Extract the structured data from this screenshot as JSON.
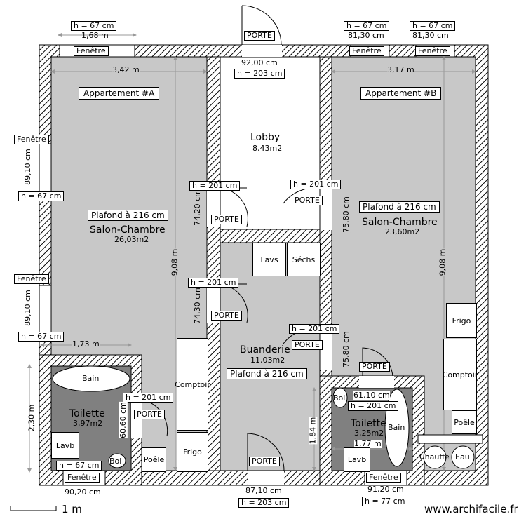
{
  "rooms": {
    "apt_a": {
      "label": "Appartement #A",
      "room": "Salon-Chambre",
      "area": "26,03m2",
      "ceiling": "Plafond à 216 cm"
    },
    "apt_b": {
      "label": "Appartement #B",
      "room": "Salon-Chambre",
      "area": "23,60m2",
      "ceiling": "Plafond à 216 cm"
    },
    "lobby": {
      "room": "Lobby",
      "area": "8,43m2"
    },
    "laundry": {
      "room": "Buanderie",
      "area": "11,03m2",
      "ceiling": "Plafond à 216 cm"
    },
    "toilet_a": {
      "room": "Toilette",
      "area": "3,97m2"
    },
    "toilet_b": {
      "room": "Toilette",
      "area": "3,25m2"
    }
  },
  "labels": {
    "window": "Fenêtre",
    "door": "PORTE",
    "h67": "h = 67 cm",
    "h201": "h = 201 cm",
    "h203": "h = 203 cm",
    "h77": "h = 77 cm"
  },
  "dimensions": {
    "top_win_a": "1,68 m",
    "top_win_b1": "81,30 cm",
    "top_win_b2": "81,30 cm",
    "lobby_door": "92,00 cm",
    "width_a": "3,42 m",
    "width_b": "3,17 m",
    "height_a": "9,08 m",
    "height_b": "9,08 m",
    "side_win_1": "89,10 cm",
    "side_win_2": "89,10 cm",
    "toilet_a_width": "1,73 m",
    "toilet_a_height": "2,30 m",
    "door_74_20": "74,20 cm",
    "door_74_30": "74,30 cm",
    "door_75_80_a": "75,80 cm",
    "door_75_80_b": "75,80 cm",
    "door_60_60": "60,60 cm",
    "door_61_10": "61,10 cm",
    "toilet_b_width": "1,77 m",
    "laundry_height": "1,84 m",
    "bottom_door": "87,10 cm",
    "bottom_win_a": "90,20 cm",
    "bottom_win_b": "91,20 cm"
  },
  "fixtures": {
    "bath": "Bain",
    "sink": "Lavb",
    "bowl": "Bol",
    "stove": "Poêle",
    "fridge": "Frigo",
    "counter": "Comptoir",
    "washers": "Lavs",
    "dryers": "Séchs",
    "heater": "Chauffe",
    "water": "Eau"
  },
  "scale": "1 m",
  "watermark": "www.archifacile.fr"
}
